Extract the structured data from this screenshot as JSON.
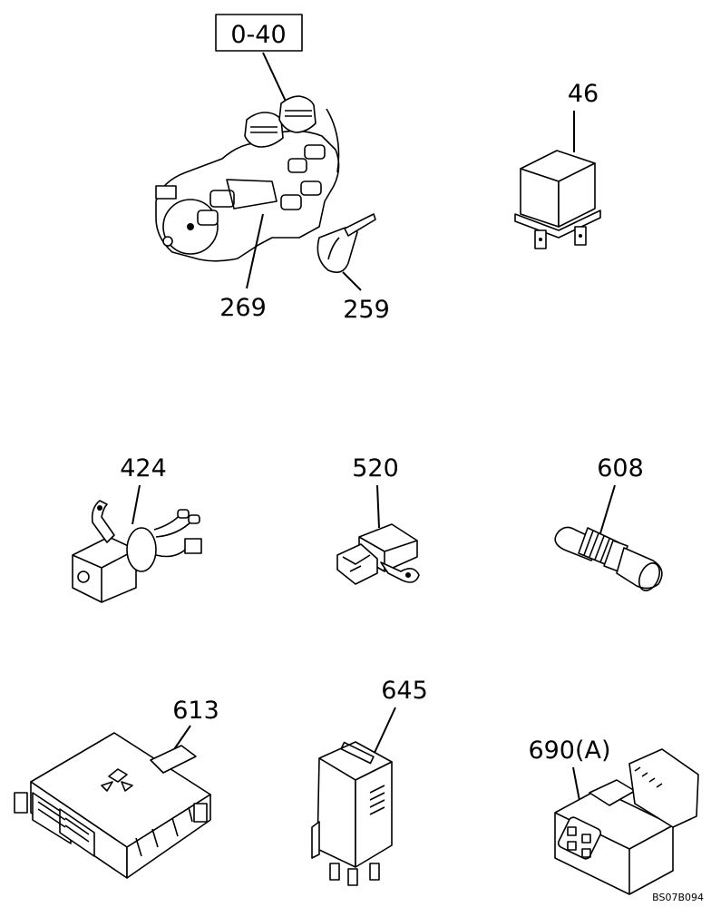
{
  "labels": {
    "pump_group": "0-40",
    "relay_46": "46",
    "part_269": "269",
    "tie_259": "259",
    "part_424": "424",
    "sensor_520": "520",
    "sensor_608": "608",
    "ecu_613": "613",
    "relay_645": "645",
    "connector_690": "690(A)"
  },
  "figure_code": "BS07B094"
}
